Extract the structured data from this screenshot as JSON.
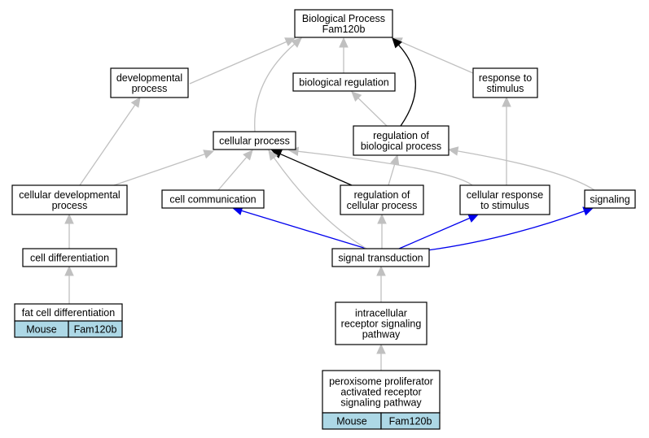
{
  "colors": {
    "gray": "#c0c0c0",
    "black": "#000000",
    "blue": "#0000ee",
    "species_fill": "#add8e6"
  },
  "nodes": {
    "bp": {
      "lines": [
        "Biological Process",
        "Fam120b"
      ]
    },
    "dev": {
      "lines": [
        "developmental",
        "process"
      ]
    },
    "breg": {
      "lines": [
        "biological regulation"
      ]
    },
    "resp": {
      "lines": [
        "response to",
        "stimulus"
      ]
    },
    "cellp": {
      "lines": [
        "cellular process"
      ]
    },
    "regbp": {
      "lines": [
        "regulation of",
        "biological process"
      ]
    },
    "celldev": {
      "lines": [
        "cellular developmental",
        "process"
      ]
    },
    "comm": {
      "lines": [
        "cell communication"
      ]
    },
    "regcp": {
      "lines": [
        "regulation of",
        "cellular process"
      ]
    },
    "cresp": {
      "lines": [
        "cellular response",
        "to stimulus"
      ]
    },
    "sig": {
      "lines": [
        "signaling"
      ]
    },
    "diff": {
      "lines": [
        "cell differentiation"
      ]
    },
    "st": {
      "lines": [
        "signal transduction"
      ]
    },
    "fat": {
      "lines": [
        "fat cell differentiation"
      ],
      "species": "Mouse",
      "gene": "Fam120b"
    },
    "irs": {
      "lines": [
        "intracellular",
        "receptor signaling",
        "pathway"
      ]
    },
    "ppar": {
      "lines": [
        "peroxisome proliferator",
        "activated receptor",
        "signaling pathway"
      ],
      "species": "Mouse",
      "gene": "Fam120b"
    }
  },
  "edges": [
    {
      "from": "dev",
      "to": "bp",
      "color": "gray"
    },
    {
      "from": "breg",
      "to": "bp",
      "color": "gray"
    },
    {
      "from": "resp",
      "to": "bp",
      "color": "gray"
    },
    {
      "from": "cellp",
      "to": "bp",
      "color": "gray"
    },
    {
      "from": "regbp",
      "to": "bp",
      "color": "black"
    },
    {
      "from": "regbp",
      "to": "breg",
      "color": "gray"
    },
    {
      "from": "celldev",
      "to": "dev",
      "color": "gray"
    },
    {
      "from": "celldev",
      "to": "cellp",
      "color": "gray"
    },
    {
      "from": "comm",
      "to": "cellp",
      "color": "gray"
    },
    {
      "from": "regcp",
      "to": "cellp",
      "color": "black"
    },
    {
      "from": "regcp",
      "to": "regbp",
      "color": "gray"
    },
    {
      "from": "cresp",
      "to": "cellp",
      "color": "gray"
    },
    {
      "from": "cresp",
      "to": "resp",
      "color": "gray"
    },
    {
      "from": "sig",
      "to": "regbp",
      "color": "gray"
    },
    {
      "from": "diff",
      "to": "celldev",
      "color": "gray"
    },
    {
      "from": "fat",
      "to": "diff",
      "color": "gray"
    },
    {
      "from": "st",
      "to": "comm",
      "color": "blue"
    },
    {
      "from": "st",
      "to": "cellp",
      "color": "gray"
    },
    {
      "from": "st",
      "to": "regcp",
      "color": "gray"
    },
    {
      "from": "st",
      "to": "cresp",
      "color": "blue"
    },
    {
      "from": "st",
      "to": "sig",
      "color": "blue"
    },
    {
      "from": "irs",
      "to": "st",
      "color": "gray"
    },
    {
      "from": "ppar",
      "to": "irs",
      "color": "gray"
    }
  ]
}
